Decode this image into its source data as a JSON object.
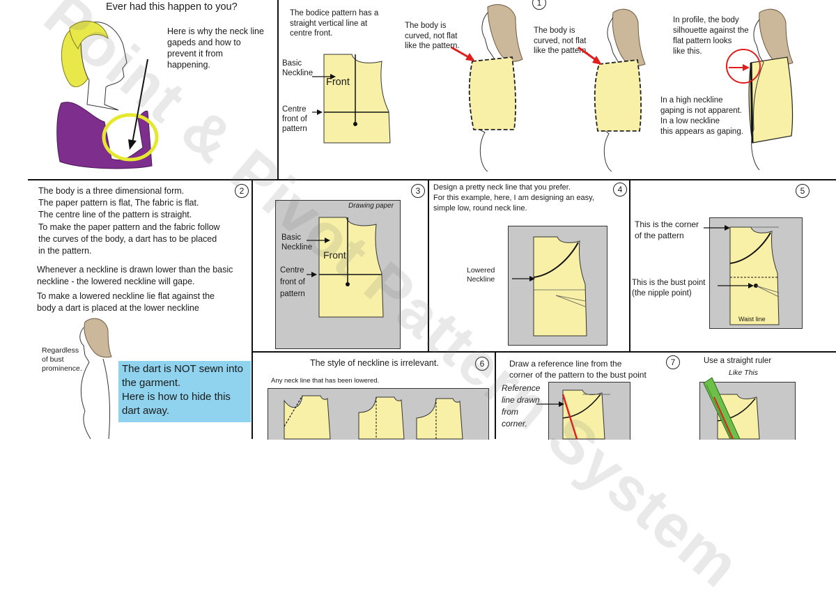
{
  "watermark": "Point & Pivot Pattern System",
  "colors": {
    "pattern_fill": "#f7f0a6",
    "gray_panel": "#c8c8c8",
    "purple_top": "#7e2f8e",
    "callout_bg": "#8fd3ee",
    "red_arrow": "#e11d1d",
    "highlight_ring": "#e6e830"
  },
  "panel_intro": {
    "question": "Ever had this happen to you?",
    "explain": [
      "Here is why the neck line",
      "gapeds and how to",
      "prevent it from",
      "happening."
    ]
  },
  "panel_bodice": {
    "text": [
      "The bodice pattern has a",
      "straight vertical line at",
      "centre front."
    ],
    "basic_neckline": [
      "Basic",
      "Neckline"
    ],
    "front": "Front",
    "centre_front": [
      "Centre",
      "front of",
      "pattern"
    ]
  },
  "panel_curved_a": {
    "text": [
      "The body is",
      "curved, not flat",
      "like the pattern."
    ]
  },
  "panel_curved_b": {
    "number": "1",
    "text": [
      "The body is",
      "curved, not flat",
      "like the pattern."
    ]
  },
  "panel_profile": {
    "text": [
      "In profile, the body",
      "silhouette against the",
      "flat pattern looks",
      "like this."
    ],
    "text2": [
      "In a high neckline",
      "gaping is not apparent.",
      "In a low neckline",
      "this appears as gaping."
    ]
  },
  "panel_2": {
    "number": "2",
    "lines": [
      "The body is a three dimensional form.",
      "The paper pattern is flat, The fabric is flat.",
      "The centre line of the pattern is straight.",
      "To make the paper pattern and the fabric follow",
      "the curves of the body, a dart has to be placed",
      "in the pattern."
    ],
    "lines2": [
      "Whenever a neckline is drawn lower than the basic",
      "neckline - the lowered neckline will gape."
    ],
    "lines3": [
      "To make a lowered neckline lie flat against the",
      "body a dart is placed at the lower neckline"
    ],
    "regardless": [
      "Regardless",
      "of bust",
      "prominence."
    ],
    "callout": [
      "The dart is NOT sewn into",
      "the garment.",
      "Here is how to hide this",
      "dart away."
    ]
  },
  "panel_3": {
    "number": "3",
    "drawing_paper": "Drawing paper",
    "basic_neckline": [
      "Basic",
      "Neckline"
    ],
    "front": "Front",
    "centre_front": [
      "Centre",
      "front of",
      "pattern"
    ]
  },
  "panel_4": {
    "number": "4",
    "text": [
      "Design a pretty neck line that you prefer.",
      "For this example, here,  I am designing an easy,",
      "simple low, round neck line."
    ],
    "lowered": [
      "Lowered",
      "Neckline"
    ]
  },
  "panel_5": {
    "number": "5",
    "corner": [
      "This is the corner",
      "of the pattern"
    ],
    "bust": [
      "This is the bust point",
      "(the nipple point)"
    ],
    "waist": "Waist line"
  },
  "panel_6": {
    "number": "6",
    "title": "The style of neckline is irrelevant.",
    "sub": "Any neck line that has been lowered."
  },
  "panel_7": {
    "number": "7",
    "text": [
      "Draw a reference line from the",
      "corner of the pattern to the bust point"
    ],
    "reference": [
      "Reference",
      "line drawn",
      "from",
      "corner."
    ],
    "ruler": "Use a straight ruler",
    "like_this": "Like This"
  }
}
